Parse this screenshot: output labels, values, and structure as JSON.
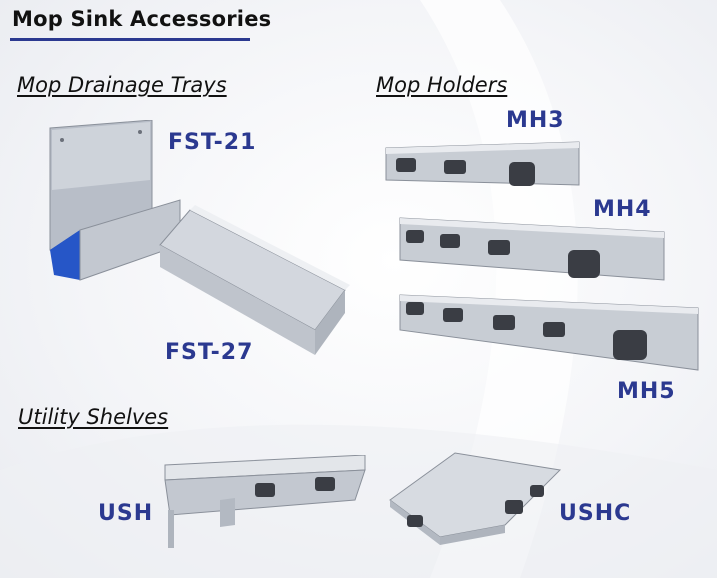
{
  "title": "Mop Sink Accessories",
  "sections": {
    "drainage": "Mop Drainage Trays",
    "holders": "Mop Holders",
    "shelves": "Utility Shelves"
  },
  "products": {
    "fst21": "FST-21",
    "fst27": "FST-27",
    "mh3": "MH3",
    "mh4": "MH4",
    "mh5": "MH5",
    "ush": "USH",
    "ushc": "USHC"
  },
  "colors": {
    "accent": "#2b3990",
    "steel": "#c9ced6",
    "tray_blue": "#1f4fbf"
  }
}
